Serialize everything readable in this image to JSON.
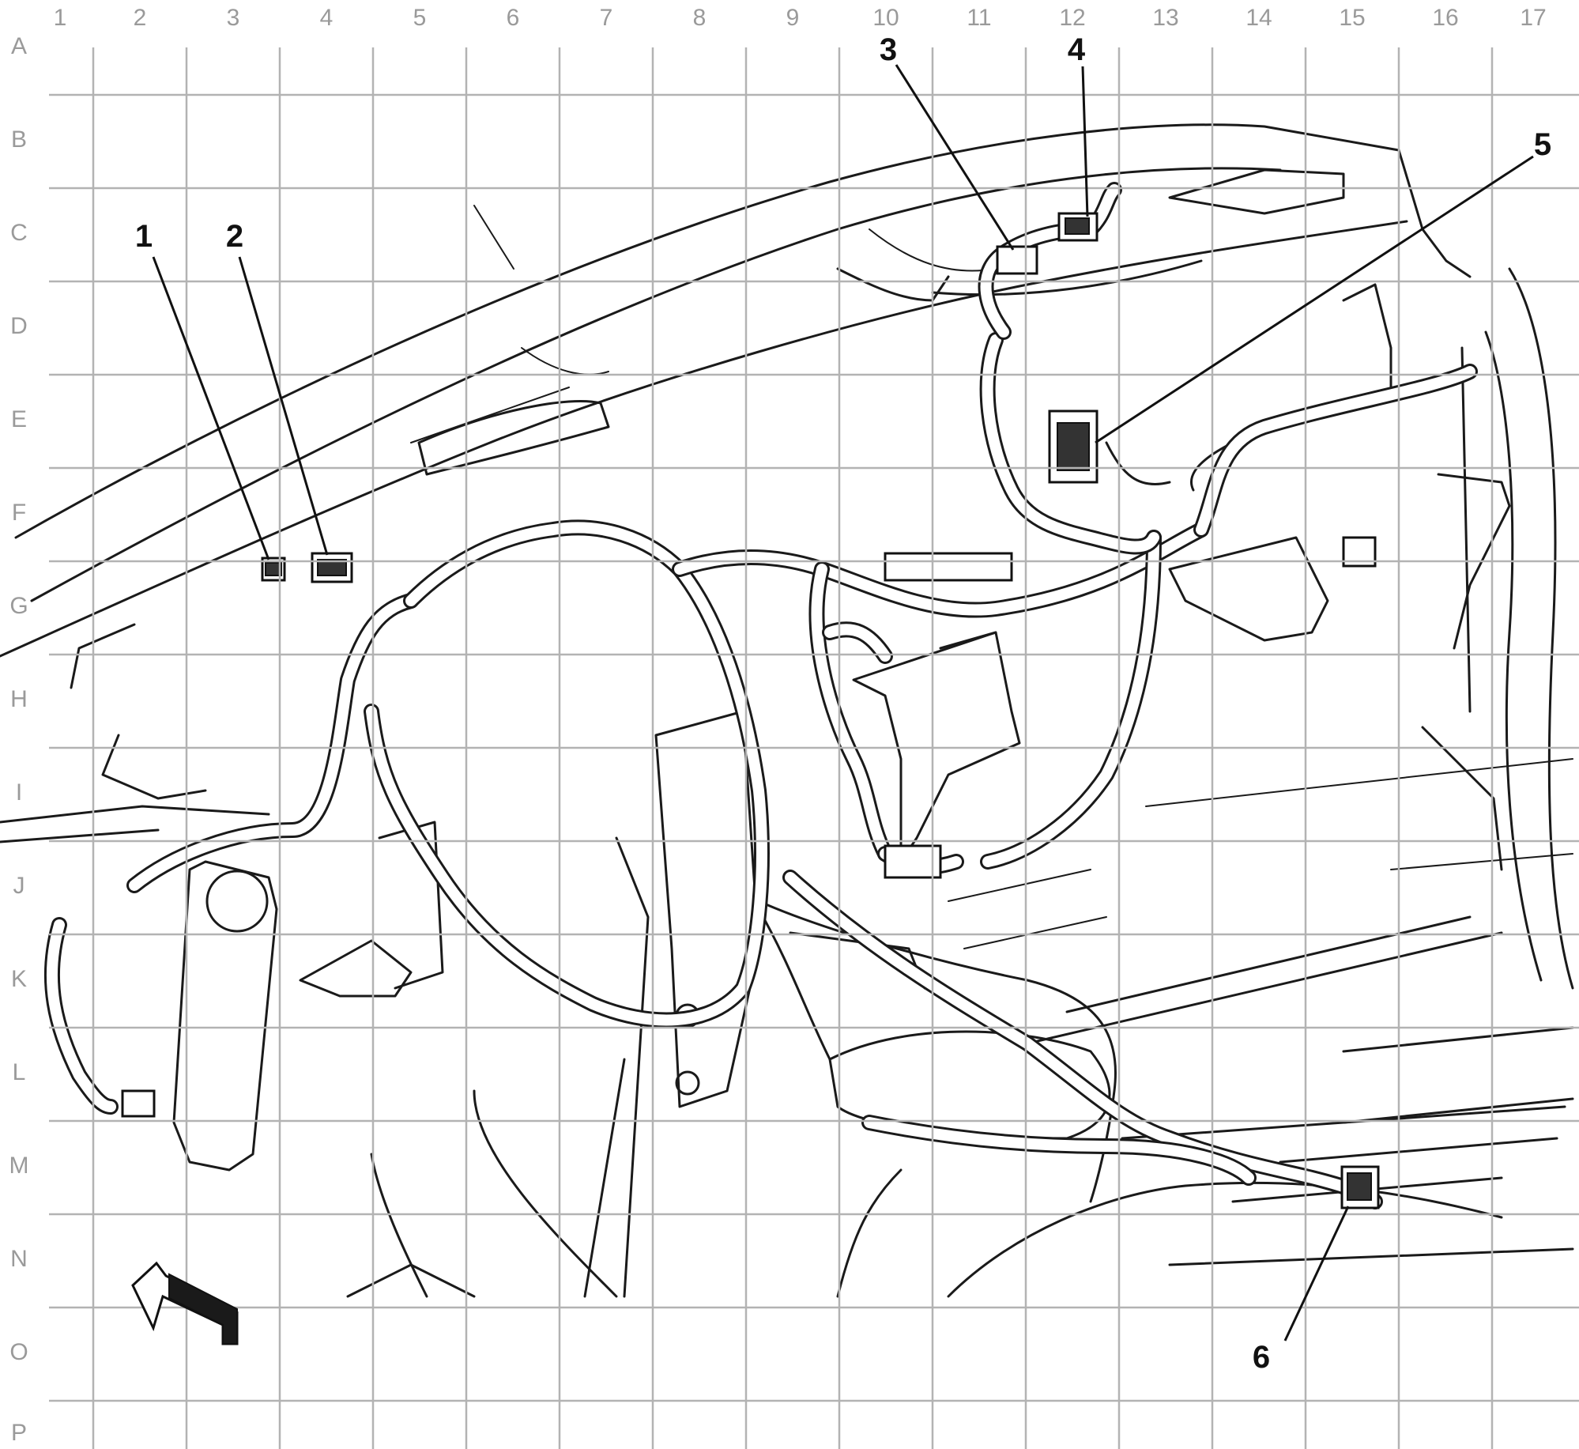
{
  "grid": {
    "columns": [
      "1",
      "2",
      "3",
      "4",
      "5",
      "6",
      "7",
      "8",
      "9",
      "10",
      "11",
      "12",
      "13",
      "14",
      "15",
      "16",
      "17"
    ],
    "rows": [
      "A",
      "B",
      "C",
      "D",
      "E",
      "F",
      "G",
      "H",
      "I",
      "J",
      "K",
      "L",
      "M",
      "N",
      "O",
      "P"
    ]
  },
  "callouts": [
    {
      "id": "1",
      "label": "1"
    },
    {
      "id": "2",
      "label": "2"
    },
    {
      "id": "3",
      "label": "3"
    },
    {
      "id": "4",
      "label": "4"
    },
    {
      "id": "5",
      "label": "5"
    },
    {
      "id": "6",
      "label": "6"
    }
  ],
  "colors": {
    "grid": "#b3b3b3",
    "labels": "#9a9a9a",
    "ink": "#111111"
  },
  "icons": {
    "direction": "front-arrow-icon"
  }
}
